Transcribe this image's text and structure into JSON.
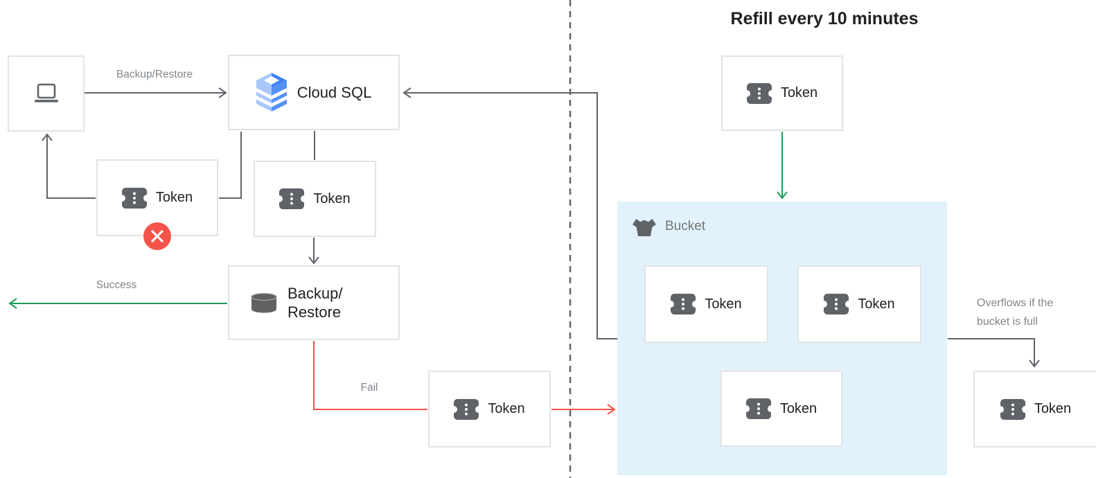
{
  "title": "Refill every 10 minutes",
  "nodes": {
    "laptop": {
      "icon": "laptop-icon"
    },
    "cloud_sql": {
      "label": "Cloud SQL",
      "icon": "cloud-sql-icon"
    },
    "token": {
      "label": "Token",
      "icon": "token-icon"
    },
    "backup_restore": {
      "label": "Backup/\nRestore",
      "icon": "database-icon"
    },
    "bucket": {
      "label": "Bucket",
      "icon": "bucket-icon"
    },
    "rejected_badge": {
      "icon": "x-icon"
    }
  },
  "edge_labels": {
    "backup_restore": "Backup/Restore",
    "success": "Success",
    "fail": "Fail",
    "overflow": "Overflows if the\nbucket is full"
  },
  "colors": {
    "connector_gray": "#5f6368",
    "success_green": "#1a9c57",
    "fail_red": "#f4544a",
    "bucket_fill": "#e1f2fc",
    "box_border": "#e3e3e3",
    "label_gray": "#80868b",
    "text_dark": "#212121",
    "badge_red": "#f4544a",
    "cloud_sql_blue": "#4285f4"
  }
}
